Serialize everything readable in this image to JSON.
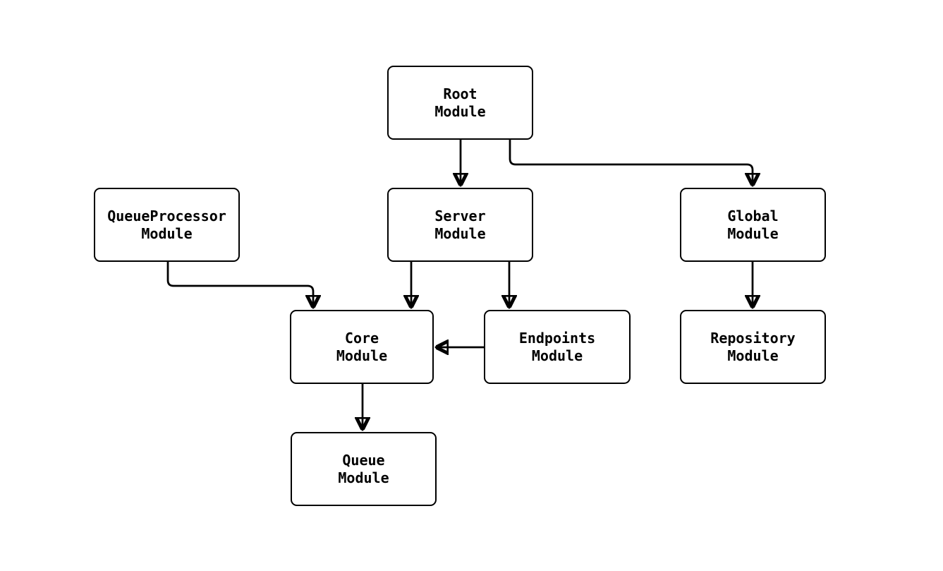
{
  "diagram": {
    "type": "flowchart",
    "background_color": "#ffffff",
    "line_color": "#000000",
    "node_fill_color": "#ffffff",
    "node_border_color": "#000000",
    "node_text_color": "#000000",
    "nodes": [
      {
        "id": "root",
        "label": "Root\nModule"
      },
      {
        "id": "server",
        "label": "Server\nModule"
      },
      {
        "id": "global",
        "label": "Global\nModule"
      },
      {
        "id": "queueprocessor",
        "label": "QueueProcessor\nModule"
      },
      {
        "id": "core",
        "label": "Core\nModule"
      },
      {
        "id": "endpoints",
        "label": "Endpoints\nModule"
      },
      {
        "id": "repository",
        "label": "Repository\nModule"
      },
      {
        "id": "queue",
        "label": "Queue\nModule"
      }
    ],
    "edges": [
      {
        "from": "root",
        "to": "server"
      },
      {
        "from": "root",
        "to": "global"
      },
      {
        "from": "queueprocessor",
        "to": "core"
      },
      {
        "from": "server",
        "to": "core"
      },
      {
        "from": "server",
        "to": "endpoints"
      },
      {
        "from": "endpoints",
        "to": "core"
      },
      {
        "from": "global",
        "to": "repository"
      },
      {
        "from": "core",
        "to": "queue"
      }
    ]
  }
}
